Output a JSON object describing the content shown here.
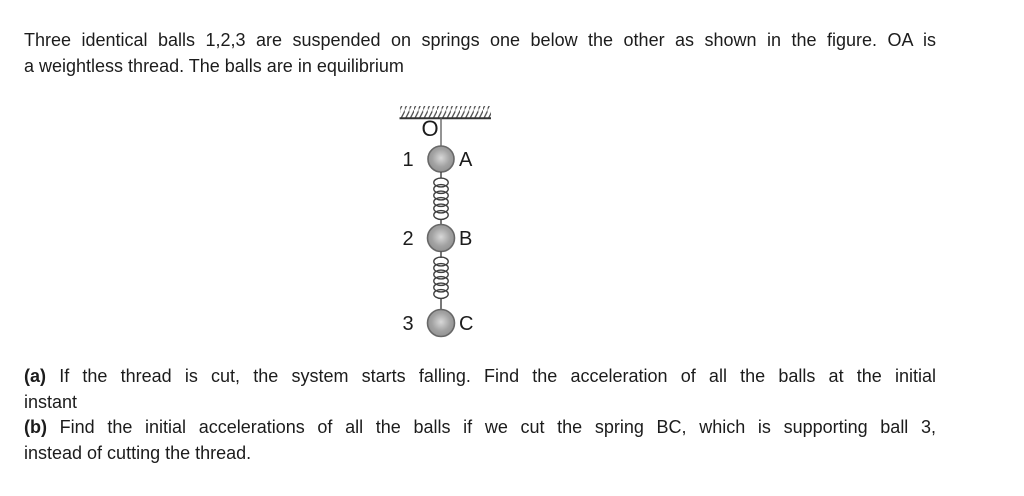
{
  "page": {
    "background": "#ffffff",
    "text_color": "#1c1c1c"
  },
  "problem": {
    "intro_line1": "Three identical balls 1,2,3 are suspended on springs one below the other as shown in the figure. OA is",
    "intro_line2": "a weightless thread. The balls are in equilibrium",
    "parts": [
      {
        "label": "(a)",
        "line1": " If the thread is cut, the system starts falling. Find the acceleration of all the balls at the initial",
        "line2": "instant"
      },
      {
        "label": "(b)",
        "line1": " Find the initial accelerations of all the balls if we cut the spring BC, which is supporting ball 3,",
        "line2": "instead of cutting the thread."
      }
    ]
  },
  "figure": {
    "support_point_label": "O",
    "balls": [
      {
        "number": "1",
        "letter": "A"
      },
      {
        "number": "2",
        "letter": "B"
      },
      {
        "number": "3",
        "letter": "C"
      }
    ],
    "colors": {
      "ball_highlight": "#d8d8d8",
      "ball_fill": "#a2a2a2",
      "ball_shade": "#8c8c8c",
      "ball_edge": "#686868",
      "hatch": "#4a4a4a"
    }
  }
}
